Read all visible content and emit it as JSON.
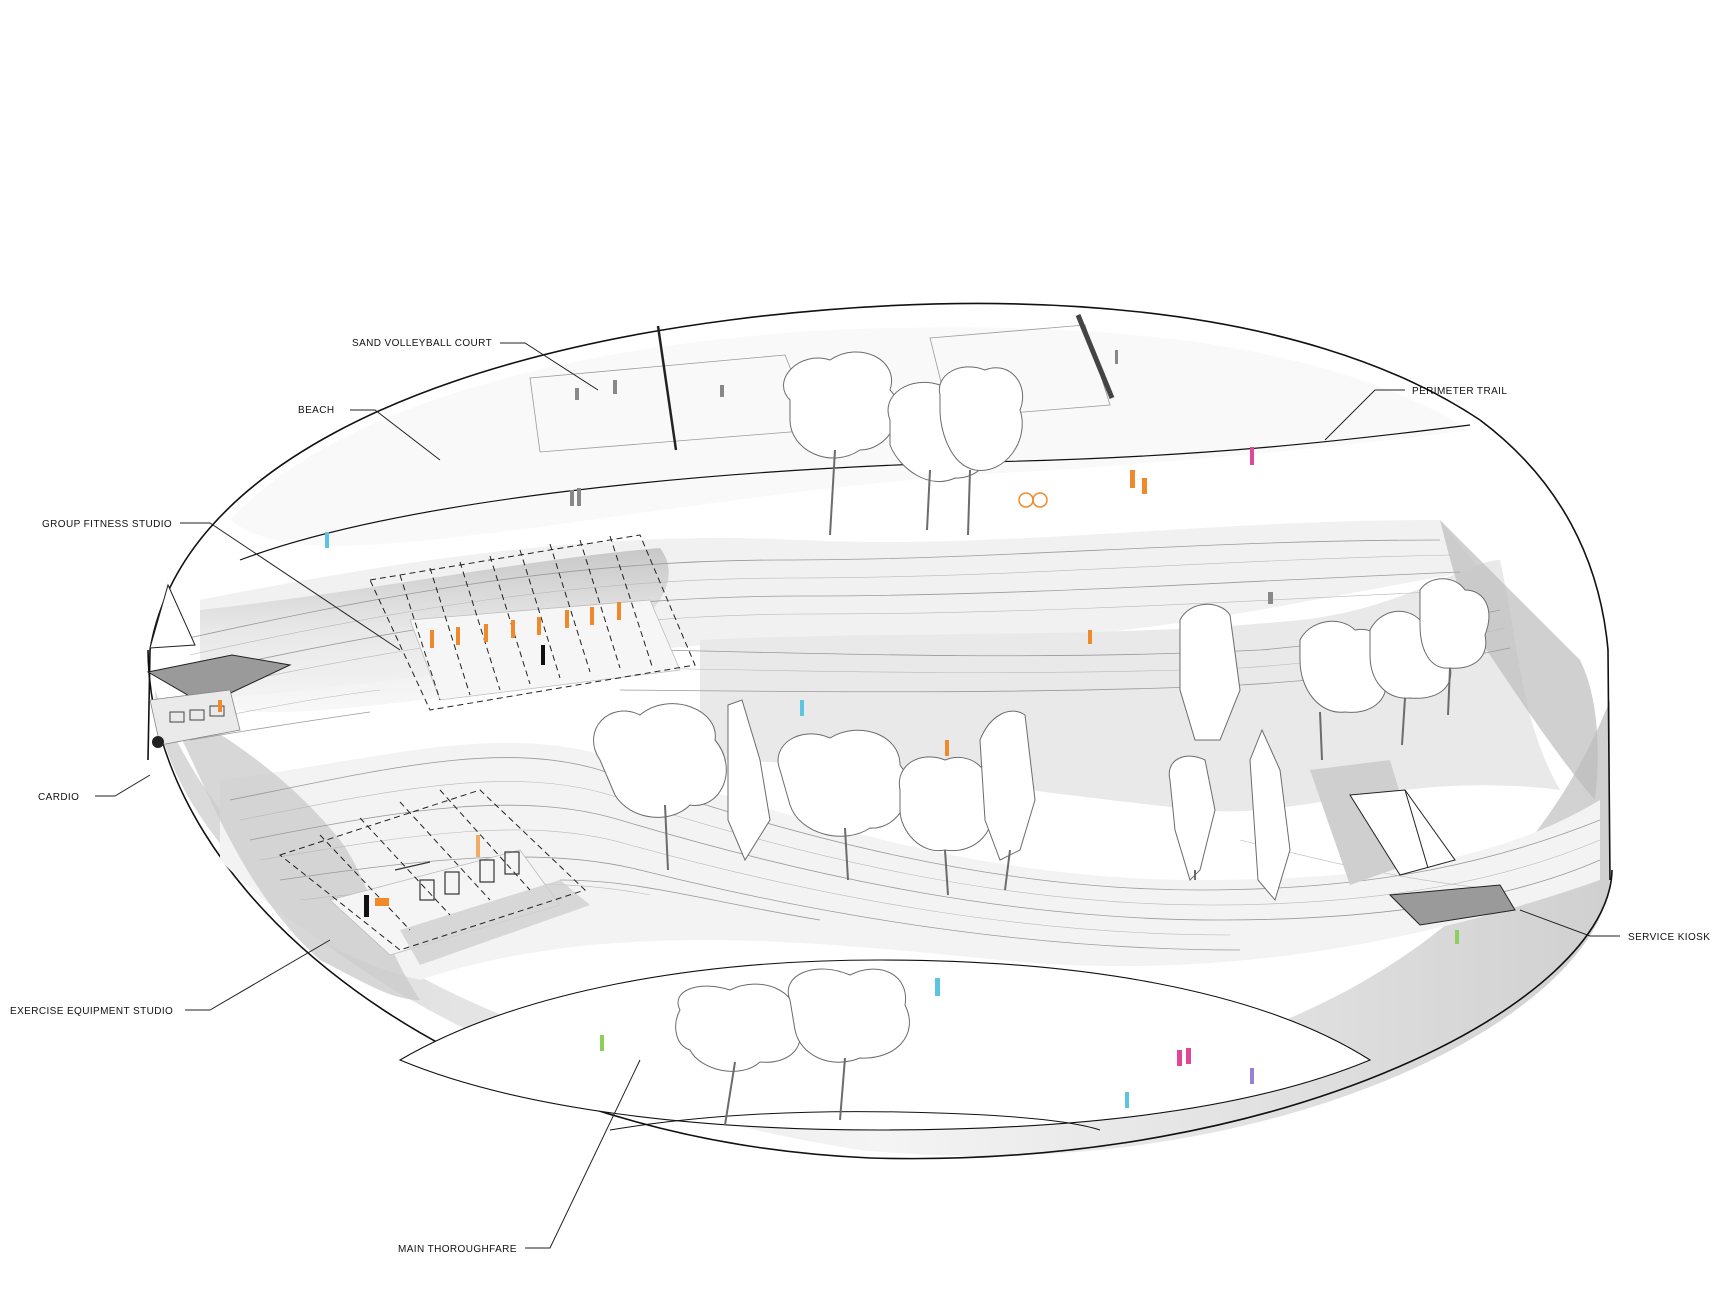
{
  "labels": {
    "sand_volleyball_court": "SAND VOLLEYBALL COURT",
    "beach": "BEACH",
    "perimeter_trail": "PERIMETER TRAIL",
    "group_fitness_studio": "GROUP FITNESS STUDIO",
    "cardio": "CARDIO",
    "exercise_equipment_studio": "EXERCISE EQUIPMENT STUDIO",
    "service_kiosk": "SERVICE KIOSK",
    "main_thoroughfare": "MAIN THOROUGHFARE"
  },
  "colors": {
    "background": "#ffffff",
    "terrain_fill": "#f2f2f2",
    "terrain_shadow": "#cfcfcf",
    "outline": "#111111",
    "figure_orange": "#f0892b",
    "figure_cyan": "#5cc4e0",
    "figure_pink": "#e0469a",
    "figure_green": "#8ccf5a",
    "figure_purple": "#9a80d0"
  }
}
